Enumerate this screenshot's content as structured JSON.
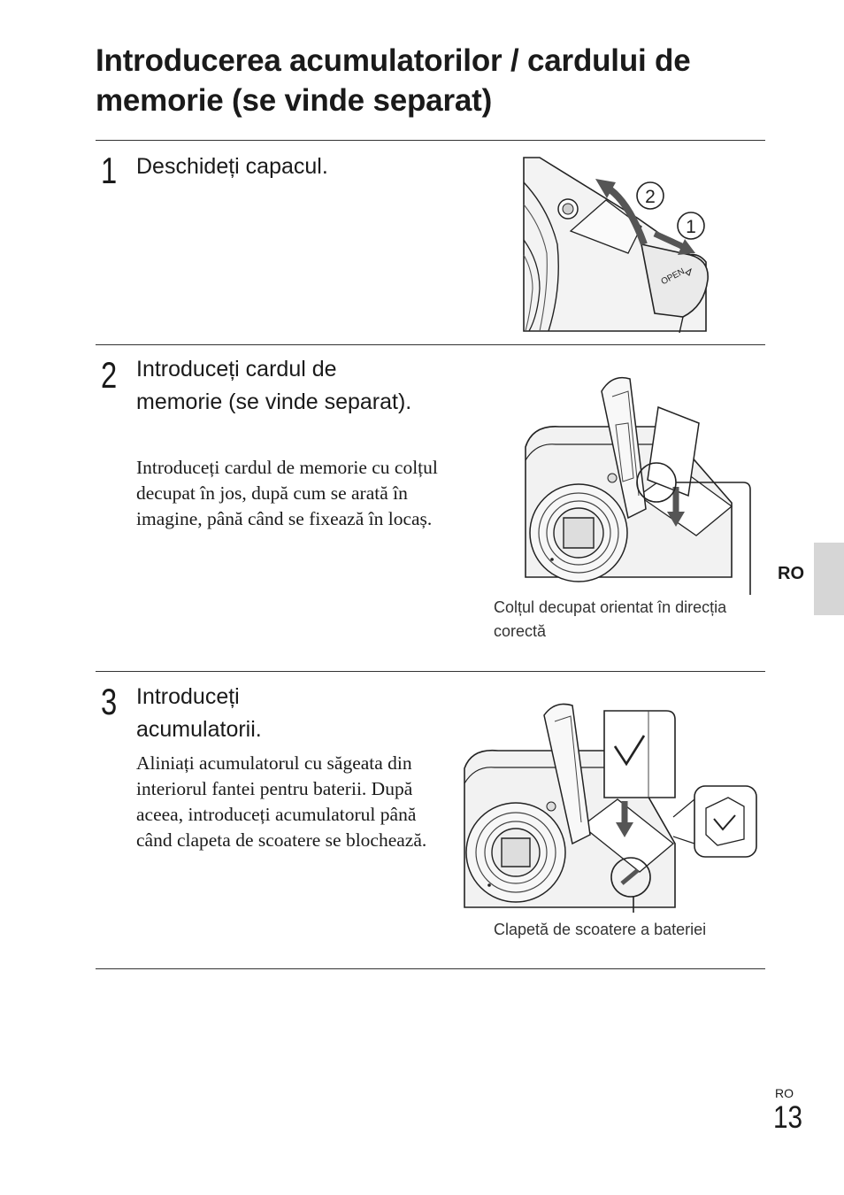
{
  "page": {
    "title": "Introducerea acumulatorilor / cardului de memorie (se vinde separat)",
    "side_tab": "RO",
    "footer": {
      "lang": "RO",
      "number": "13"
    }
  },
  "steps": [
    {
      "number": "1",
      "heading": "Deschideți capacul.",
      "callouts": [
        "2",
        "1"
      ],
      "figure_text": "OPEN"
    },
    {
      "number": "2",
      "heading": "Introduceți cardul de memorie (se vinde separat).",
      "body": "Introduceți cardul de memorie cu colțul decupat în jos, după cum se arată în imagine, până când se fixează în locaș.",
      "caption": "Colțul decupat orientat în direcția corectă"
    },
    {
      "number": "3",
      "heading": "Introduceți acumulatorii.",
      "body": "Aliniați acumulatorul cu săgeata din interiorul fantei pentru baterii. După aceea, introduceți acumulatorul până când clapeta de scoatere se blochează.",
      "caption": "Clapetă de scoatere a bateriei"
    }
  ]
}
